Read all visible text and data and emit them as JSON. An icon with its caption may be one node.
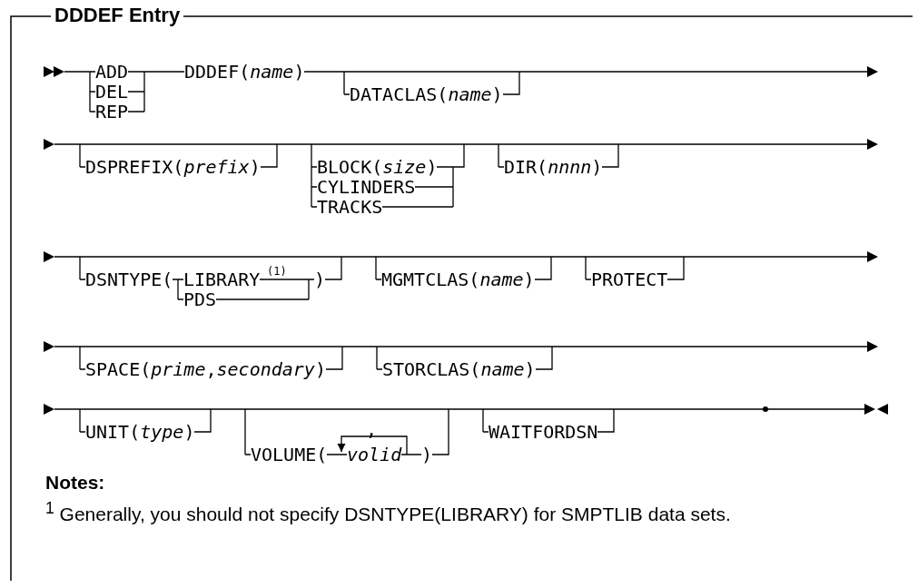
{
  "diagram": {
    "title": "DDDEF Entry",
    "labels": [
      "ADD",
      "DDDEF(*name*)",
      "DEL",
      "DATACLAS(*name*)",
      "REP",
      "DSPREFIX(*prefix*)",
      "BLOCK(*size*)",
      "DIR(*nnnn*)",
      "CYLINDERS",
      "TRACKS",
      "DSNTYPE(",
      "LIBRARY",
      "(1)",
      ")",
      "MGMTCLAS(*name*)",
      "PROTECT",
      "PDS",
      "SPACE(*prime*,*secondary*)",
      "STORCLAS(*name*)",
      ",",
      "UNIT(*type*)",
      "VOLUME(",
      "volid",
      ")",
      "WAITFORDSN",
      "Notes:",
      "$^{1}$ Generally, you should not specify DSNTYPE(LIBRARY) for SMPTLIB data sets."
    ]
  }
}
